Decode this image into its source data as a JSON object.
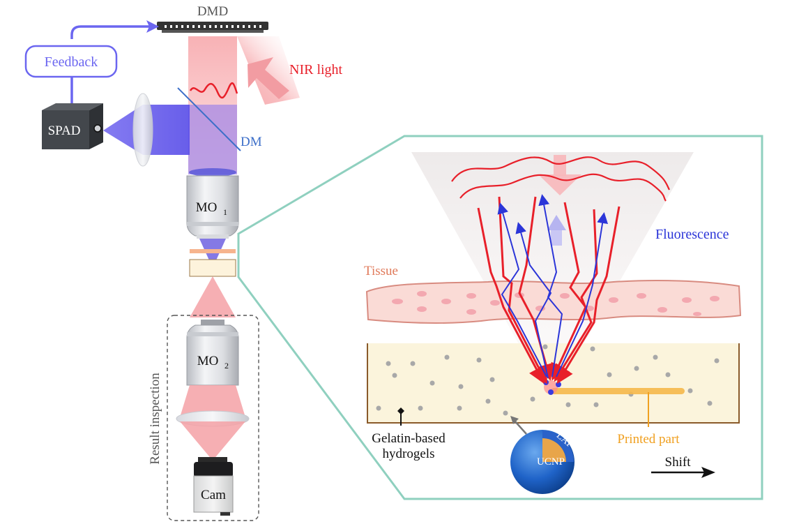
{
  "labels": {
    "dmd": "DMD",
    "feedback": "Feedback",
    "nir_light": "NIR light",
    "spad": "SPAD",
    "dm": "DM",
    "mo1": "MO",
    "mo1_sub": "1",
    "mo2": "MO",
    "mo2_sub": "2",
    "result_inspection": "Result inspection",
    "cam": "Cam",
    "fluorescence": "Fluorescence",
    "tissue": "Tissue",
    "gelatin_line1": "Gelatin-based",
    "gelatin_line2": "hydrogels",
    "printed_part": "Printed part",
    "lap": "LAP",
    "ucnp": "UCNP",
    "shift": "Shift"
  },
  "colors": {
    "feedback": "#6b66f0",
    "nir": "#e8202a",
    "dm": "#3d6fc9",
    "fluorescence": "#2b35d8",
    "tissue": "#e07a5a",
    "printed_part": "#f0a020",
    "inset_border": "#8fd0bf"
  }
}
